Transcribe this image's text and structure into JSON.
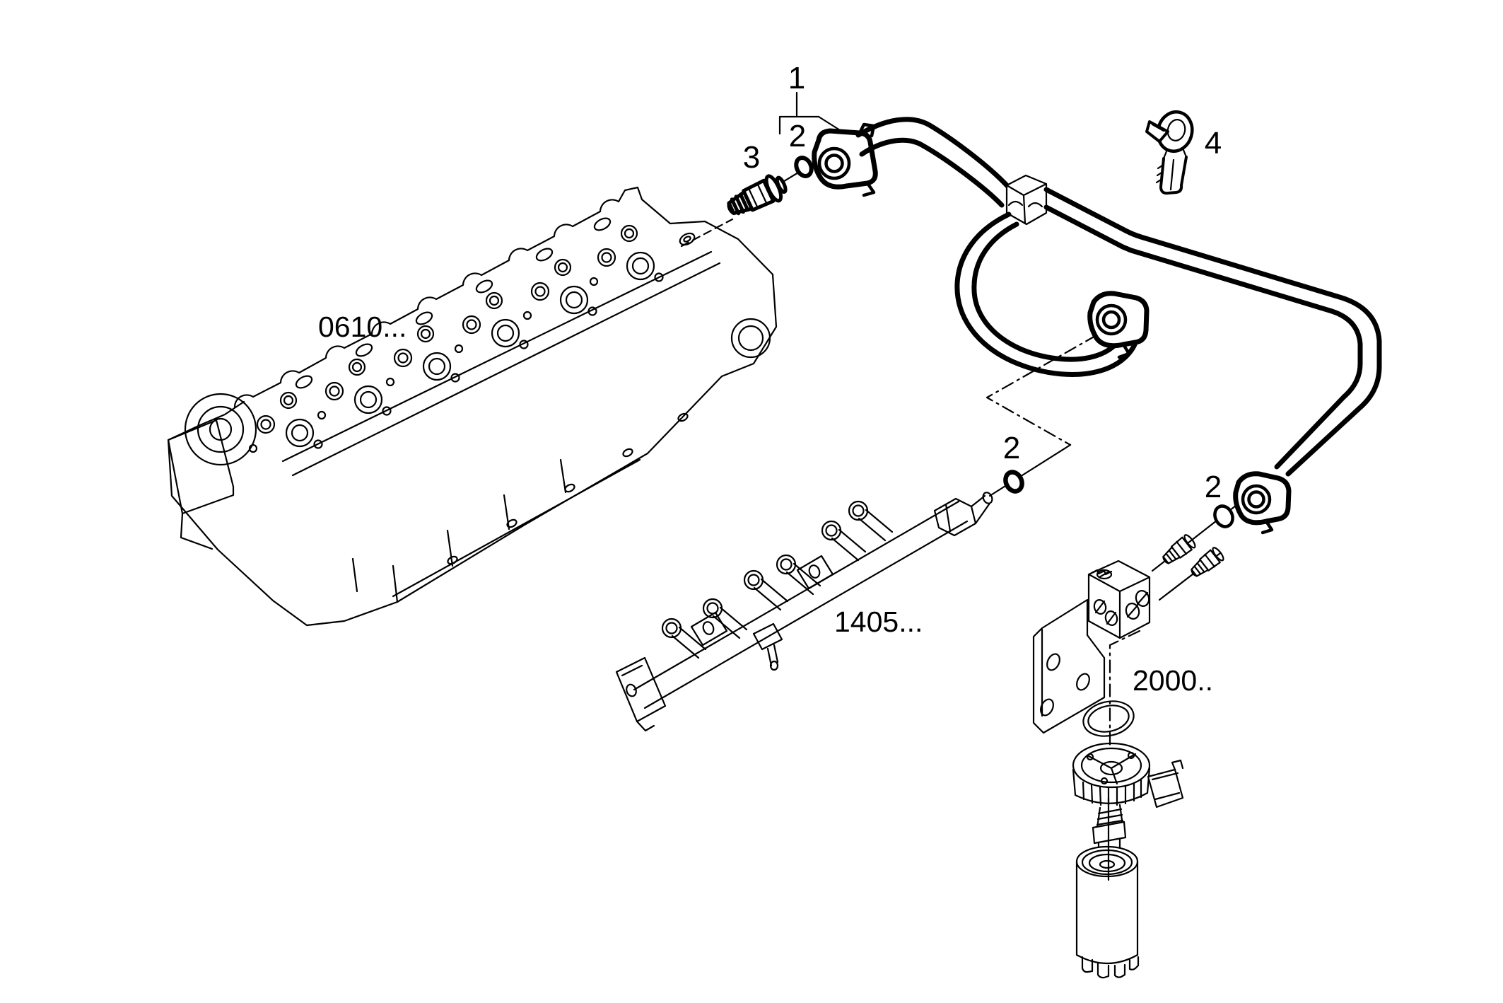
{
  "colors": {
    "background": "#ffffff",
    "line": "#000000"
  },
  "labels": {
    "callout_1": "1",
    "callout_2_top": "2",
    "callout_3": "3",
    "callout_4": "4",
    "callout_2_middle": "2",
    "callout_2_right": "2",
    "ref_cylinder_head": "0610...",
    "ref_injection_rail": "1405...",
    "ref_fuel_filter": "2000.."
  }
}
